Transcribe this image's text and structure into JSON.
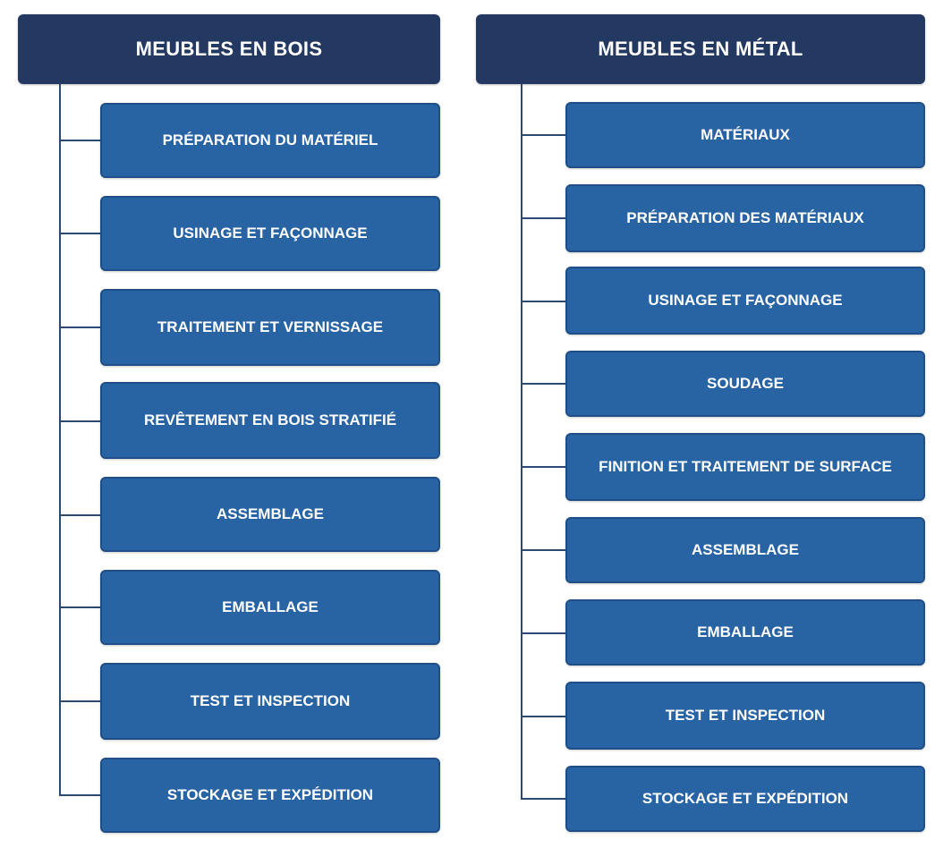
{
  "diagram": {
    "left_column": {
      "title": "MEUBLES EN BOIS",
      "steps": [
        "PRÉPARATION DU MATÉRIEL",
        "USINAGE ET FAÇONNAGE",
        "TRAITEMENT ET VERNISSAGE",
        "REVÊTEMENT EN BOIS STRATIFIÉ",
        "ASSEMBLAGE",
        "EMBALLAGE",
        "TEST ET INSPECTION",
        "STOCKAGE ET EXPÉDITION"
      ]
    },
    "right_column": {
      "title": "MEUBLES EN MÉTAL",
      "steps": [
        "MATÉRIAUX",
        "PRÉPARATION DES MATÉRIAUX",
        "USINAGE ET FAÇONNAGE",
        "SOUDAGE",
        "FINITION ET TRAITEMENT DE SURFACE",
        "ASSEMBLAGE",
        "EMBALLAGE",
        "TEST ET INSPECTION",
        "STOCKAGE ET EXPÉDITION"
      ]
    },
    "colors": {
      "header": "#243962",
      "box": "#2863a4",
      "connector": "#2a4a73",
      "text": "#ffffff"
    }
  }
}
